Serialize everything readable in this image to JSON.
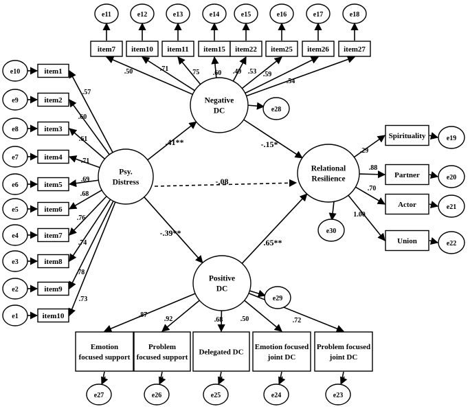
{
  "latents": {
    "distress": [
      "Psy.",
      "Distress"
    ],
    "negative": [
      "Negative",
      "DC"
    ],
    "positive": [
      "Positive",
      "DC"
    ],
    "resilience": [
      "Relational",
      "Resilience"
    ]
  },
  "distress_items": {
    "items": [
      "item1",
      "item2",
      "item3",
      "item4",
      "item5",
      "item6",
      "item7",
      "item8",
      "item9",
      "item10"
    ],
    "errors": [
      "e10",
      "e9",
      "e8",
      "e7",
      "e6",
      "e5",
      "e4",
      "e3",
      "e2",
      "e1"
    ],
    "loadings": [
      ".57",
      ".60",
      ".61",
      ".71",
      ".69",
      ".68",
      ".76",
      ".74",
      ".78",
      ".73"
    ]
  },
  "negative_items": {
    "items": [
      "item7",
      "item10",
      "item11",
      "item15",
      "item22",
      "item25",
      "item26",
      "item27"
    ],
    "errors": [
      "e11",
      "e12",
      "e13",
      "e14",
      "e15",
      "e16",
      "e17",
      "e18"
    ],
    "loadings": [
      ".50",
      ".71",
      ".75",
      ".60",
      ".49",
      ".53",
      ".59",
      ".54"
    ]
  },
  "positive_items": {
    "items": [
      [
        "Emotion",
        "focused support"
      ],
      [
        "Problem",
        "focused support"
      ],
      [
        "Delegated DC"
      ],
      [
        "Emotion focused",
        "joint DC"
      ],
      [
        "Problem focused",
        "joint DC"
      ]
    ],
    "errors": [
      "e27",
      "e26",
      "e25",
      "e24",
      "e23"
    ],
    "loadings": [
      ".87",
      ".92",
      ".68",
      ".50",
      ".72"
    ]
  },
  "resilience_items": {
    "items": [
      "Spirituality",
      "Partner",
      "Actor",
      "Union"
    ],
    "errors": [
      "e19",
      "e20",
      "e21",
      "e22"
    ],
    "loadings": [
      ".29",
      ".88",
      ".70",
      "1.00"
    ]
  },
  "latent_errors": {
    "negative": "e28",
    "positive": "e29",
    "resilience": "e30"
  },
  "paths": {
    "distress_to_negative": ".41**",
    "negative_to_resilience": "-.15*",
    "distress_to_resilience": "-.08",
    "distress_to_positive": "-.39**",
    "positive_to_resilience": ".65**"
  }
}
